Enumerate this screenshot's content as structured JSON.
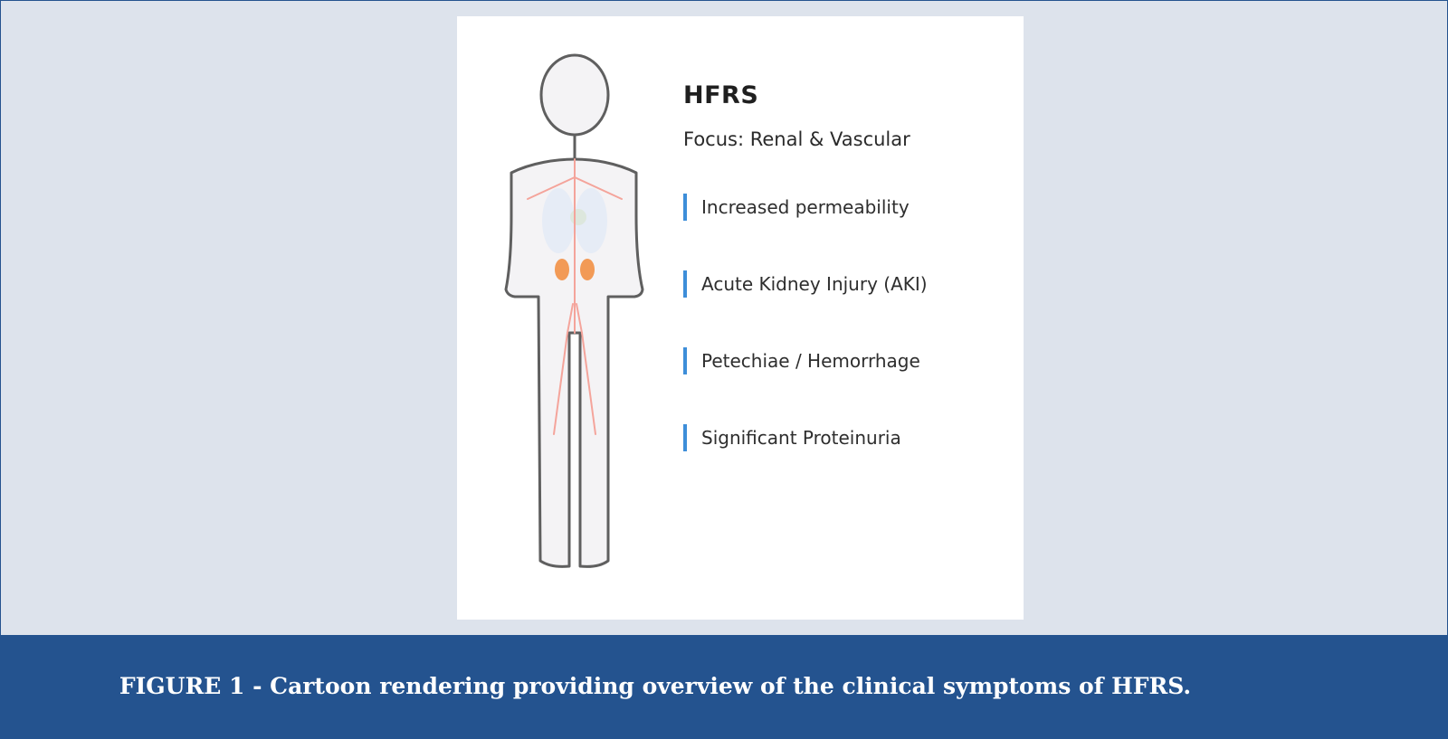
{
  "figure": {
    "heading": "HFRS",
    "subheading": "Focus: Renal & Vascular",
    "symptoms": [
      "Increased permeability",
      "Acute Kidney Injury (AKI)",
      "Petechiae / Hemorrhage",
      "Significant Proteinuria"
    ]
  },
  "caption": {
    "text": "FIGURE 1 - Cartoon rendering providing overview of the clinical symptoms of HFRS."
  },
  "colors": {
    "frame_bg": "#dde3ec",
    "caption_band": "#24538f",
    "accent_bar": "#3d8ed9",
    "kidney": "#f29a56",
    "vessel": "#f4a49b",
    "body_outline": "#5f5f5f",
    "body_fill": "#f4f3f5",
    "lung": "#e6ecf6"
  }
}
